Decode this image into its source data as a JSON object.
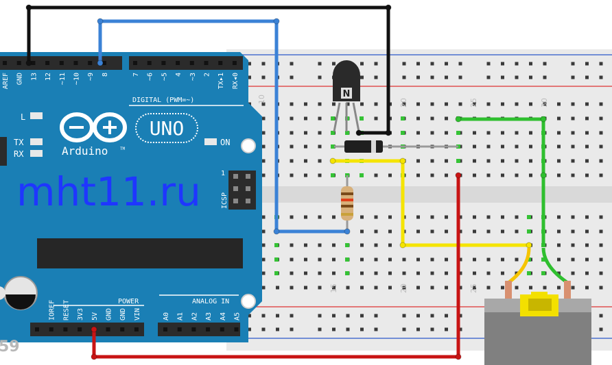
{
  "arduino": {
    "brand": "Arduino",
    "model": "UNO",
    "trademark": "TM",
    "watermark": "mht11.ru",
    "digital_header_label": "DIGITAL (PWM=~)",
    "power_header_label": "POWER",
    "analog_header_label": "ANALOG IN",
    "icsp_label": "ICSP",
    "icsp_pin_one": "1",
    "led_labels": {
      "l": "L",
      "tx": "TX",
      "rx": "RX",
      "on": "ON"
    },
    "digital_pins": [
      "AREF",
      "GND",
      "13",
      "12",
      "~11",
      "~10",
      "~9",
      "8",
      "7",
      "~6",
      "~5",
      "4",
      "~3",
      "2",
      "TX▸1",
      "RX◂0"
    ],
    "power_pins": [
      "IOREF",
      "RESET",
      "3V3",
      "5V",
      "GND",
      "GND",
      "VIN"
    ],
    "analog_pins": [
      "A0",
      "A1",
      "A2",
      "A3",
      "A4",
      "A5"
    ]
  },
  "breadboard": {
    "column_numbers_top": [
      "10",
      "20",
      "25",
      "30"
    ],
    "column_numbers_bottom": [
      "15",
      "20",
      "25",
      "30"
    ]
  },
  "components": {
    "transistor_label": "N",
    "partial_footer_text": "59"
  },
  "colors": {
    "board_blue": "#1a7fb5",
    "wire_black": "#111111",
    "wire_blue": "#3b82d6",
    "wire_yellow": "#f5e400",
    "wire_green": "#2fbf2f",
    "wire_red": "#c81414",
    "breadboard": "#ebebeb",
    "rail_red": "#e05050",
    "rail_blue": "#4a6fd0"
  }
}
